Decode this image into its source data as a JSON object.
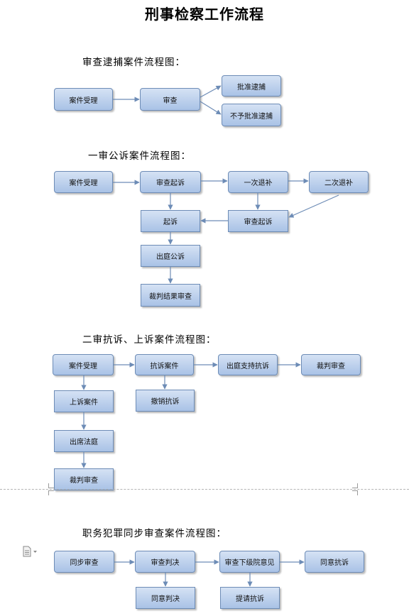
{
  "title": "刑事检察工作流程",
  "sections": {
    "s1": "审查逮捕案件流程图：",
    "s2": "一审公诉案件流程图：",
    "s3": "二审抗诉、上诉案件流程图：",
    "s4": "职务犯罪同步审查案件流程图："
  },
  "flow1": {
    "accept": "案件受理",
    "review": "审查",
    "approve": "批准逮捕",
    "reject": "不予批准逮捕"
  },
  "flow2": {
    "accept": "案件受理",
    "review_prosecute": "审查起诉",
    "first_supplement": "一次退补",
    "second_supplement": "二次退补",
    "prosecute": "起诉",
    "review_prosecute_2": "审查起诉",
    "court_appearance": "出庭公诉",
    "judgment_review": "裁判结果审查"
  },
  "flow3": {
    "accept": "案件受理",
    "protest_case": "抗诉案件",
    "support_protest": "出庭支持抗诉",
    "judgment_review": "裁判审查",
    "appeal_case": "上诉案件",
    "withdraw_protest": "撤销抗诉",
    "attend_court": "出席法庭",
    "judgment_review_2": "裁判审查"
  },
  "flow4": {
    "sync_review": "同步审查",
    "review_judgment": "审查判决",
    "review_opinion": "审查下级院意见",
    "agree_protest": "同意抗诉",
    "agree_judgment": "同意判决",
    "request_protest": "提请抗诉"
  },
  "icons": {
    "doc": "document-icon"
  },
  "colors": {
    "box_top": "#d5e2f4",
    "box_bottom": "#a9c2e6",
    "box_border": "#6d8cb6",
    "arrow": "#6d8cb6"
  }
}
